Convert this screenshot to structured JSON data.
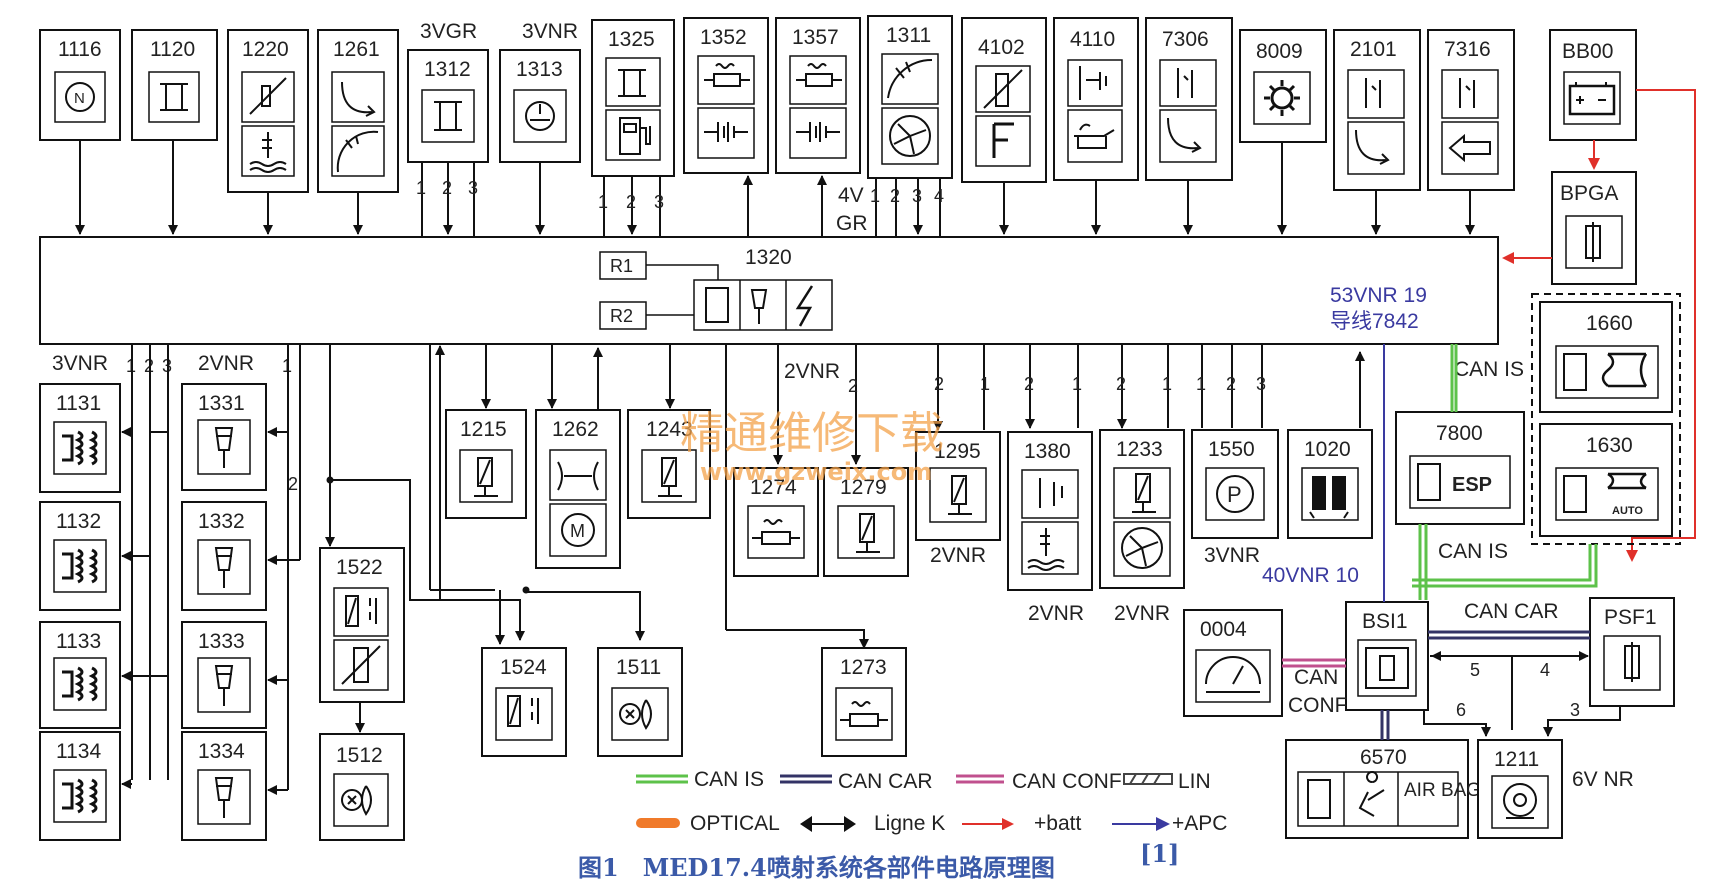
{
  "title": "图1　MED17.4喷射系统各部件电路原理图",
  "title_ref": "[1]",
  "watermark": {
    "line1": "精通维修下载",
    "line2": "www.gzweix.com"
  },
  "ecu": {
    "id": "1320",
    "r1": "R1",
    "r2": "R2"
  },
  "top_components": [
    {
      "id": "1116",
      "icon": "neutral-switch"
    },
    {
      "id": "1120",
      "icon": "knock-sensor"
    },
    {
      "id": "1220",
      "icon": "coolant-temp-sensor"
    },
    {
      "id": "1261",
      "icon": "pedal-sensor"
    },
    {
      "id": "1312",
      "icon": "pressure-sensor",
      "wire": "3VGR"
    },
    {
      "id": "1313",
      "icon": "speed-sensor",
      "wire": "3VNR"
    },
    {
      "id": "1325",
      "icon": "fuel-pressure-sensor"
    },
    {
      "id": "1352",
      "icon": "oxygen-sensor-upstream"
    },
    {
      "id": "1357",
      "icon": "oxygen-sensor-downstream"
    },
    {
      "id": "1311",
      "icon": "throttle-airflow"
    },
    {
      "id": "4102",
      "icon": "fuel-level"
    },
    {
      "id": "4110",
      "icon": "oil-pressure-switch"
    },
    {
      "id": "7306",
      "icon": "clutch-switch"
    },
    {
      "id": "8009",
      "icon": "ac-switch"
    },
    {
      "id": "2101",
      "icon": "brake-switch"
    },
    {
      "id": "7316",
      "icon": "cruise-switch"
    },
    {
      "id": "BB00",
      "icon": "battery"
    },
    {
      "id": "BPGA",
      "icon": "fuse"
    }
  ],
  "left_components": [
    {
      "id": "1131",
      "icon": "ignition-coil"
    },
    {
      "id": "1132",
      "icon": "ignition-coil"
    },
    {
      "id": "1133",
      "icon": "ignition-coil"
    },
    {
      "id": "1134",
      "icon": "ignition-coil"
    },
    {
      "id": "1331",
      "icon": "injector"
    },
    {
      "id": "1332",
      "icon": "injector"
    },
    {
      "id": "1333",
      "icon": "injector"
    },
    {
      "id": "1334",
      "icon": "injector"
    },
    {
      "id": "1522",
      "icon": "relay"
    },
    {
      "id": "1512",
      "icon": "fan"
    }
  ],
  "lower_components": [
    {
      "id": "1215",
      "icon": "solenoid-valve"
    },
    {
      "id": "1262",
      "icon": "throttle-motor"
    },
    {
      "id": "1243",
      "icon": "solenoid-valve"
    },
    {
      "id": "1274",
      "icon": "heater"
    },
    {
      "id": "1279",
      "icon": "solenoid-valve"
    },
    {
      "id": "1295",
      "icon": "solenoid-valve"
    },
    {
      "id": "1380",
      "icon": "coolant-thermostat"
    },
    {
      "id": "1233",
      "icon": "turbo-valve"
    },
    {
      "id": "1550",
      "icon": "pump"
    },
    {
      "id": "1020",
      "icon": "starter"
    },
    {
      "id": "1524",
      "icon": "relay"
    },
    {
      "id": "1511",
      "icon": "fan"
    },
    {
      "id": "1273",
      "icon": "heater"
    }
  ],
  "network_components": [
    {
      "id": "1660",
      "icon": "gearbox-ecu"
    },
    {
      "id": "1630",
      "icon": "auto-gearbox-ecu",
      "label": "AUTO"
    },
    {
      "id": "7800",
      "icon": "esp-ecu",
      "label": "ESP"
    },
    {
      "id": "0004",
      "icon": "instrument-cluster"
    },
    {
      "id": "BSI1",
      "icon": "bsi"
    },
    {
      "id": "PSF1",
      "icon": "fuse-box"
    },
    {
      "id": "6570",
      "icon": "airbag-ecu",
      "label": "AIR BAG"
    },
    {
      "id": "1211",
      "icon": "fuel-pump"
    }
  ],
  "wire_labels": {
    "w3vgr": "3VGR",
    "w3vnr": "3VNR",
    "w4v": "4V",
    "wgr": "GR",
    "w3vnr_left": "3VNR",
    "w2vnr_left": "2VNR",
    "w2vnr_mid": "2VNR",
    "w2vnr_1295": "2VNR",
    "w2vnr_1380": "2VNR",
    "w2vnr_1233": "2VNR",
    "w3vnr_1550": "3VNR",
    "w53": "53VNR 19",
    "wdx": "导线7842",
    "w40": "40VNR 10",
    "w6v": "6V NR",
    "can_is_1": "CAN IS",
    "can_is_2": "CAN IS",
    "can_car": "CAN CAR",
    "can_conf_1": "CAN",
    "can_conf_2": "CONF"
  },
  "legend": [
    {
      "label": "CAN IS",
      "color": "#5dc24a"
    },
    {
      "label": "CAN CAR",
      "color": "#333366"
    },
    {
      "label": "CAN CONF",
      "color": "#c0508e"
    },
    {
      "label": "LIN",
      "color": "#444444"
    },
    {
      "label": "OPTICAL",
      "color": "#f07a2a"
    },
    {
      "label": "Ligne K",
      "color": "#111111"
    },
    {
      "label": "+batt",
      "color": "#e0302a"
    },
    {
      "label": "+APC",
      "color": "#3a3aa0"
    }
  ]
}
